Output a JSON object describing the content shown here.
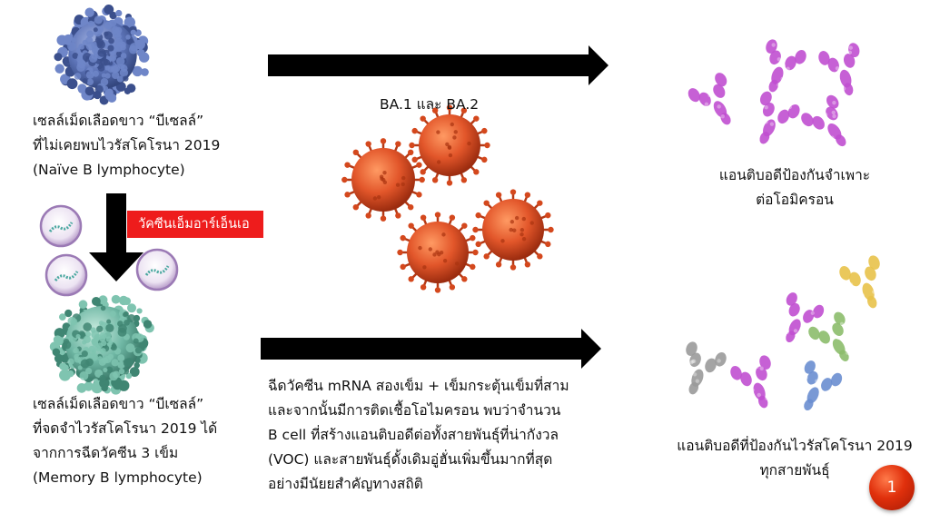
{
  "naive_cell": {
    "lines": [
      "เซลล์เม็ดเลือดขาว “บีเซลล์”",
      "ที่ไม่เคยพบไวรัสโคโรนา 2019",
      "(Naïve B lymphocyte)"
    ]
  },
  "vaccine_label": "วัคซีนเอ็มอาร์เอ็นเอ",
  "variant_label": "BA.1 และ BA.2",
  "specific_antibody": {
    "lines": [
      "แอนติบอดีป้องกันจำเพาะ",
      "ต่อโอมิครอน"
    ]
  },
  "memory_cell": {
    "lines": [
      "เซลล์เม็ดเลือดขาว “บีเซลล์”",
      "ที่จดจำไวรัสโคโรนา 2019 ได้",
      "จากการฉีดวัคซีน 3   เข็ม",
      "(Memory B lymphocyte)"
    ]
  },
  "finding": {
    "lines": [
      "ฉีดวัคซีน mRNA สองเข็ม + เข็มกระตุ้นเข็มที่สาม",
      "และจากนั้นมีการติดเชื้อโอไมครอน พบว่าจำนวน",
      "B cell ที่สร้างแอนติบอดีต่อทั้งสายพันธุ์ที่น่ากังวล",
      "(VOC) และสายพันธุ์ดั้งเดิมอู่ฮั่นเพิ่มขึ้นมากที่สุด",
      "อย่างมีนัยยสำคัญทางสถิติ"
    ]
  },
  "broad_antibody": {
    "lines": [
      "แอนติบอดีที่ป้องกันไวรัสโคโรนา 2019",
      "ทุกสายพันธุ์"
    ]
  },
  "page_badge": "1",
  "colors": {
    "naive_cell": "#5d74b8",
    "memory_cell": "#6fb7a4",
    "virus": "#e2562a",
    "antibody_specific": "#c04fd0",
    "antibody_gray": "#9a9a9a",
    "antibody_green": "#8cbd6c",
    "antibody_blue": "#6a8ed0",
    "antibody_yellow": "#e8c24a",
    "vaccine_label": "#ee1c1c",
    "arrow": "#000000"
  }
}
